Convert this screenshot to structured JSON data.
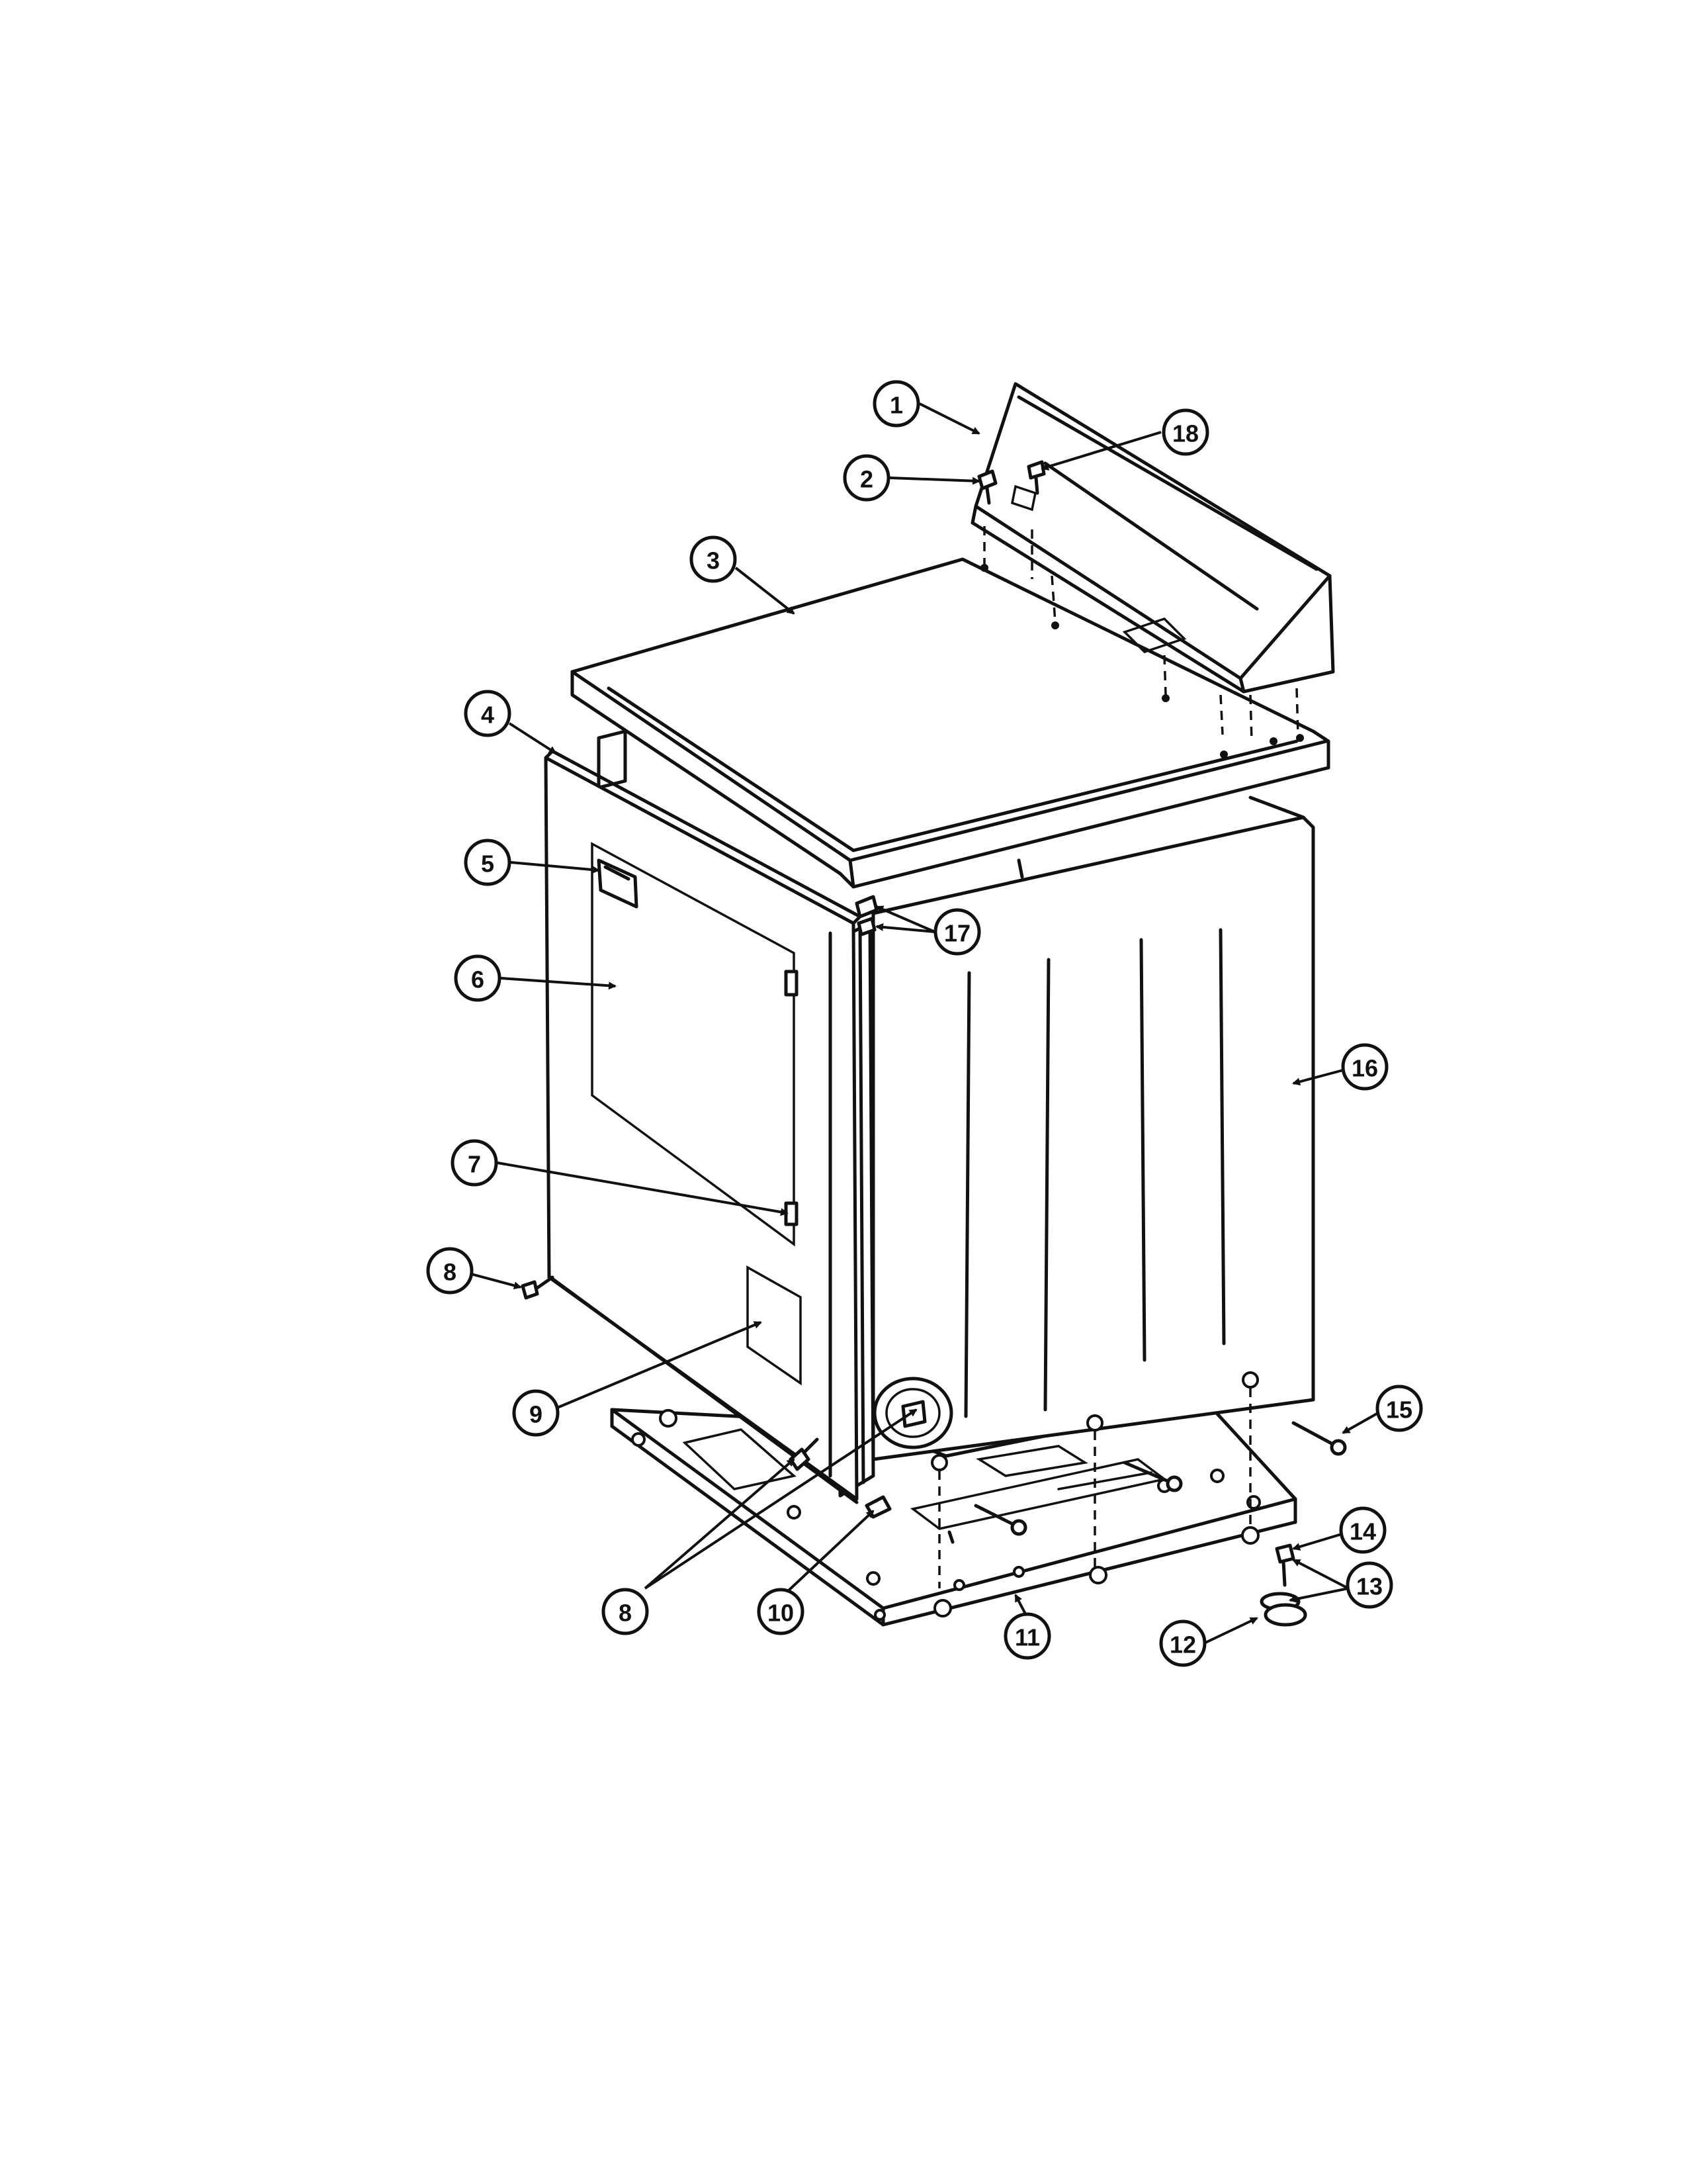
{
  "callouts": [
    {
      "id": "c1",
      "label": "1"
    },
    {
      "id": "c2",
      "label": "2"
    },
    {
      "id": "c3",
      "label": "3"
    },
    {
      "id": "c4",
      "label": "4"
    },
    {
      "id": "c5",
      "label": "5"
    },
    {
      "id": "c6",
      "label": "6"
    },
    {
      "id": "c7",
      "label": "7"
    },
    {
      "id": "c8a",
      "label": "8"
    },
    {
      "id": "c8b",
      "label": "8"
    },
    {
      "id": "c9",
      "label": "9"
    },
    {
      "id": "c10",
      "label": "10"
    },
    {
      "id": "c11",
      "label": "11"
    },
    {
      "id": "c12",
      "label": "12"
    },
    {
      "id": "c13",
      "label": "13"
    },
    {
      "id": "c14",
      "label": "14"
    },
    {
      "id": "c15",
      "label": "15"
    },
    {
      "id": "c16",
      "label": "16"
    },
    {
      "id": "c17",
      "label": "17"
    },
    {
      "id": "c18",
      "label": "18"
    }
  ],
  "colors": {
    "ink": "#111111",
    "paper": "#ffffff"
  }
}
